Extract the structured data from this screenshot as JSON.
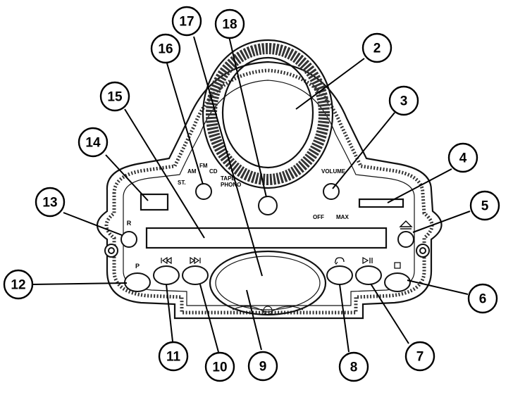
{
  "labels": {
    "am": "AM",
    "fm": "FM",
    "cd": "CD",
    "st": "ST.",
    "tape": "TAPE",
    "phono": "PHONO",
    "volume": "VOLUME",
    "off": "OFF",
    "max": "MAX",
    "repeat": "R",
    "program": "P"
  },
  "icons": {
    "eject": "eject-icon",
    "skip_back": "skip-back-icon",
    "skip_forward": "skip-forward-icon",
    "repeat": "repeat-icon",
    "play_pause": "play-pause-icon",
    "stop": "stop-icon"
  },
  "callouts": [
    "2",
    "3",
    "4",
    "5",
    "6",
    "7",
    "8",
    "9",
    "10",
    "11",
    "12",
    "13",
    "14",
    "15",
    "16",
    "17",
    "18"
  ]
}
